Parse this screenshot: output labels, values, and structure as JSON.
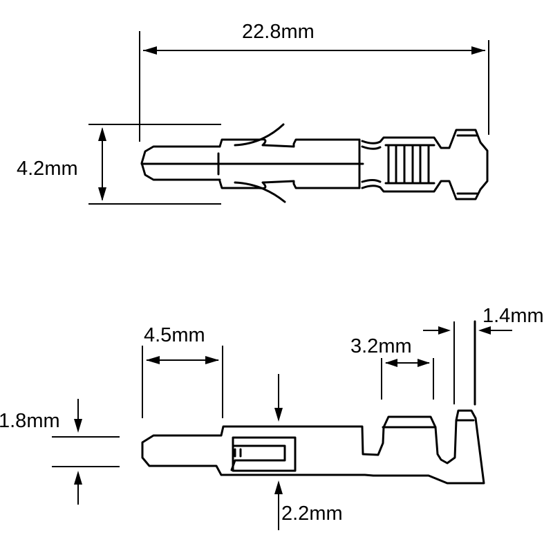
{
  "figure": {
    "type": "technical-drawing",
    "subject": "crimp terminal pin",
    "colors": {
      "line": "#000000",
      "background": "#ffffff"
    }
  },
  "top_view": {
    "overall_length_label": "22.8mm",
    "overall_height_label": "4.2mm"
  },
  "side_view": {
    "tip_length_label": "4.5mm",
    "tip_height_label": "1.8mm",
    "body_height_label": "2.2mm",
    "wire_crimp_length_label": "3.2mm",
    "insulation_tab_width_label": "1.4mm"
  }
}
